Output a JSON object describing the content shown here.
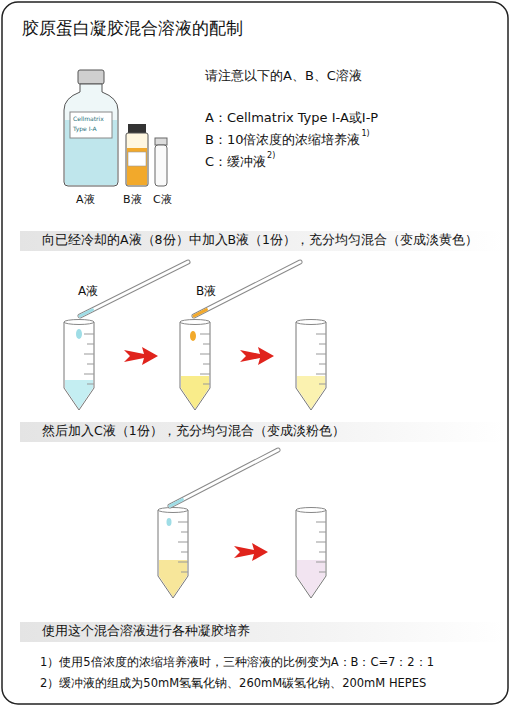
{
  "diagram": {
    "title": "胶原蛋白凝胶混合溶液的配制",
    "nodes": [
      {
        "text": [
          "向已经冷却的A液（8份）中加入B液（1份），充分均匀混合（变成淡黄色）"
        ]
      },
      {
        "text": [
          "然后加入C液（1份），充分均匀混合（变成淡粉色）"
        ]
      },
      {
        "text": [
          "使用这个混合溶液进行各种凝胶培养"
        ]
      }
    ],
    "labels": [
      "Cellmatrix",
      "Type Ⅰ-A",
      "A液",
      "B液",
      "C液",
      "请注意以下的A、B、C溶液",
      "A：Cellmatrix Type Ⅰ-A或Ⅰ-P",
      "B：10倍浓度的浓缩培养液",
      "1)",
      "C：缓冲液",
      "2)",
      "A液",
      "B液",
      "1）使用5倍浓度的浓缩培养液时，三种溶液的比例变为A：B：C=7：2：1",
      "2）缓冲液的组成为50mM氢氧化钠、260mM碳氢化钠、200mM HEPES"
    ]
  }
}
